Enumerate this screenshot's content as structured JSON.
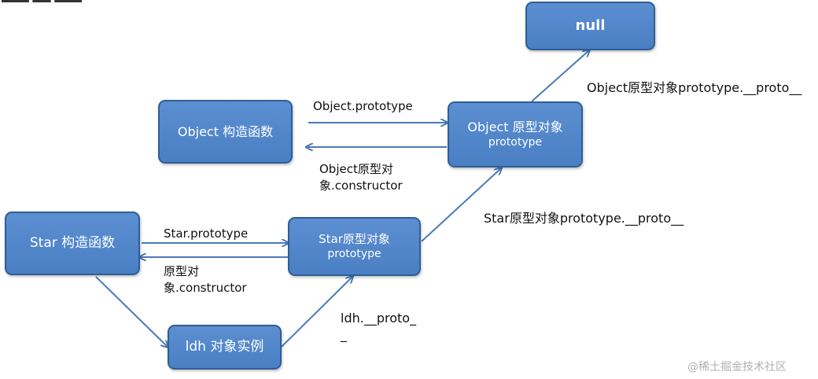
{
  "diagram": {
    "nodes": {
      "null_node": {
        "line1": "null",
        "line2": ""
      },
      "object_ctor": {
        "line1": "Object 构造函数",
        "line2": ""
      },
      "object_proto": {
        "line1": "Object 原型对象",
        "line2": "prototype"
      },
      "star_ctor": {
        "line1": "Star 构造函数",
        "line2": ""
      },
      "star_proto": {
        "line1": "Star原型对象",
        "line2": "prototype"
      },
      "ldh": {
        "line1": "ldh 对象实例",
        "line2": ""
      }
    },
    "labels": {
      "object_proto_proto": "Object原型对象prototype.__proto__",
      "object_prototype": "Object.prototype",
      "object_constructor_1": "Object原型对",
      "object_constructor_2": "象.constructor",
      "star_proto_proto": "Star原型对象prototype.__proto__",
      "star_prototype": "Star.prototype",
      "star_constructor_1": "原型对",
      "star_constructor_2": "象.constructor",
      "ldh_proto_1": "ldh.__proto_",
      "ldh_proto_2": "_"
    }
  },
  "colors": {
    "node_fill": "#4f83c7",
    "node_border": "#2f5e94",
    "arrow": "#4a7ab8"
  },
  "watermark": "@稀土掘金技术社区"
}
